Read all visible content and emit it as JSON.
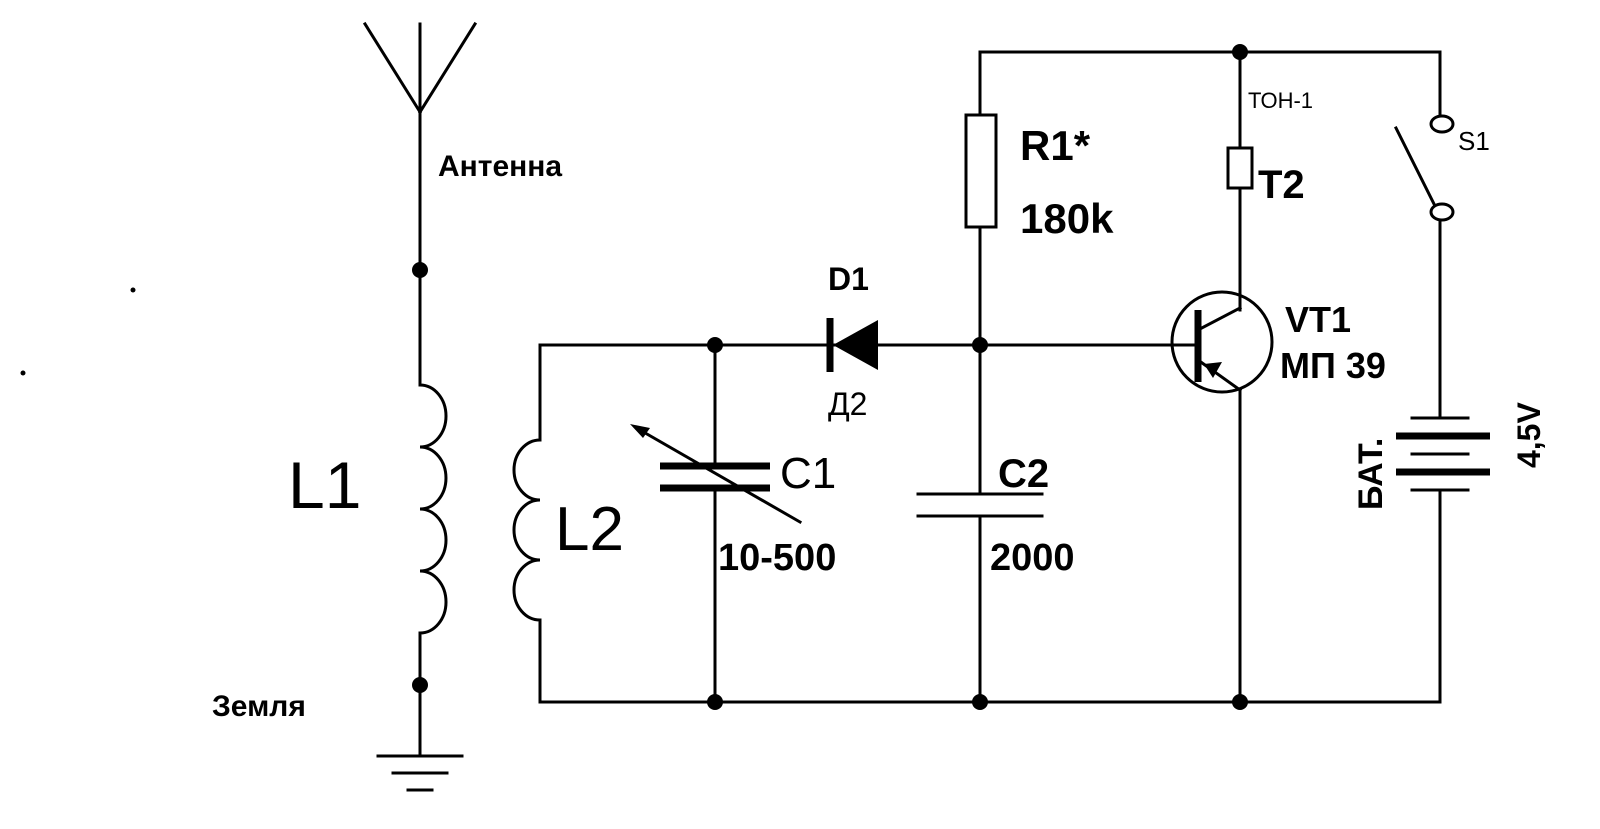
{
  "labels": {
    "antenna": "Антенна",
    "ground": "Земля",
    "l1": "L1",
    "l2": "L2",
    "c1": "C1",
    "c1_value": "10-500",
    "d1": "D1",
    "d1_type": "Д2",
    "c2": "C2",
    "c2_value": "2000",
    "r1": "R1*",
    "r1_value": "180k",
    "t2_type": "ТОН-1",
    "t2": "T2",
    "vt1": "VT1",
    "vt1_type": "МП 39",
    "s1": "S1",
    "battery": "БАТ.",
    "battery_voltage": "4,5V"
  },
  "icons": [
    "antenna-icon",
    "ground-icon",
    "inductor-icon",
    "capacitor-icon",
    "diode-icon",
    "resistor-icon",
    "transistor-icon",
    "switch-icon",
    "battery-icon",
    "headphone-icon"
  ],
  "colors": {
    "ink": "#000000",
    "background": "#ffffff"
  }
}
